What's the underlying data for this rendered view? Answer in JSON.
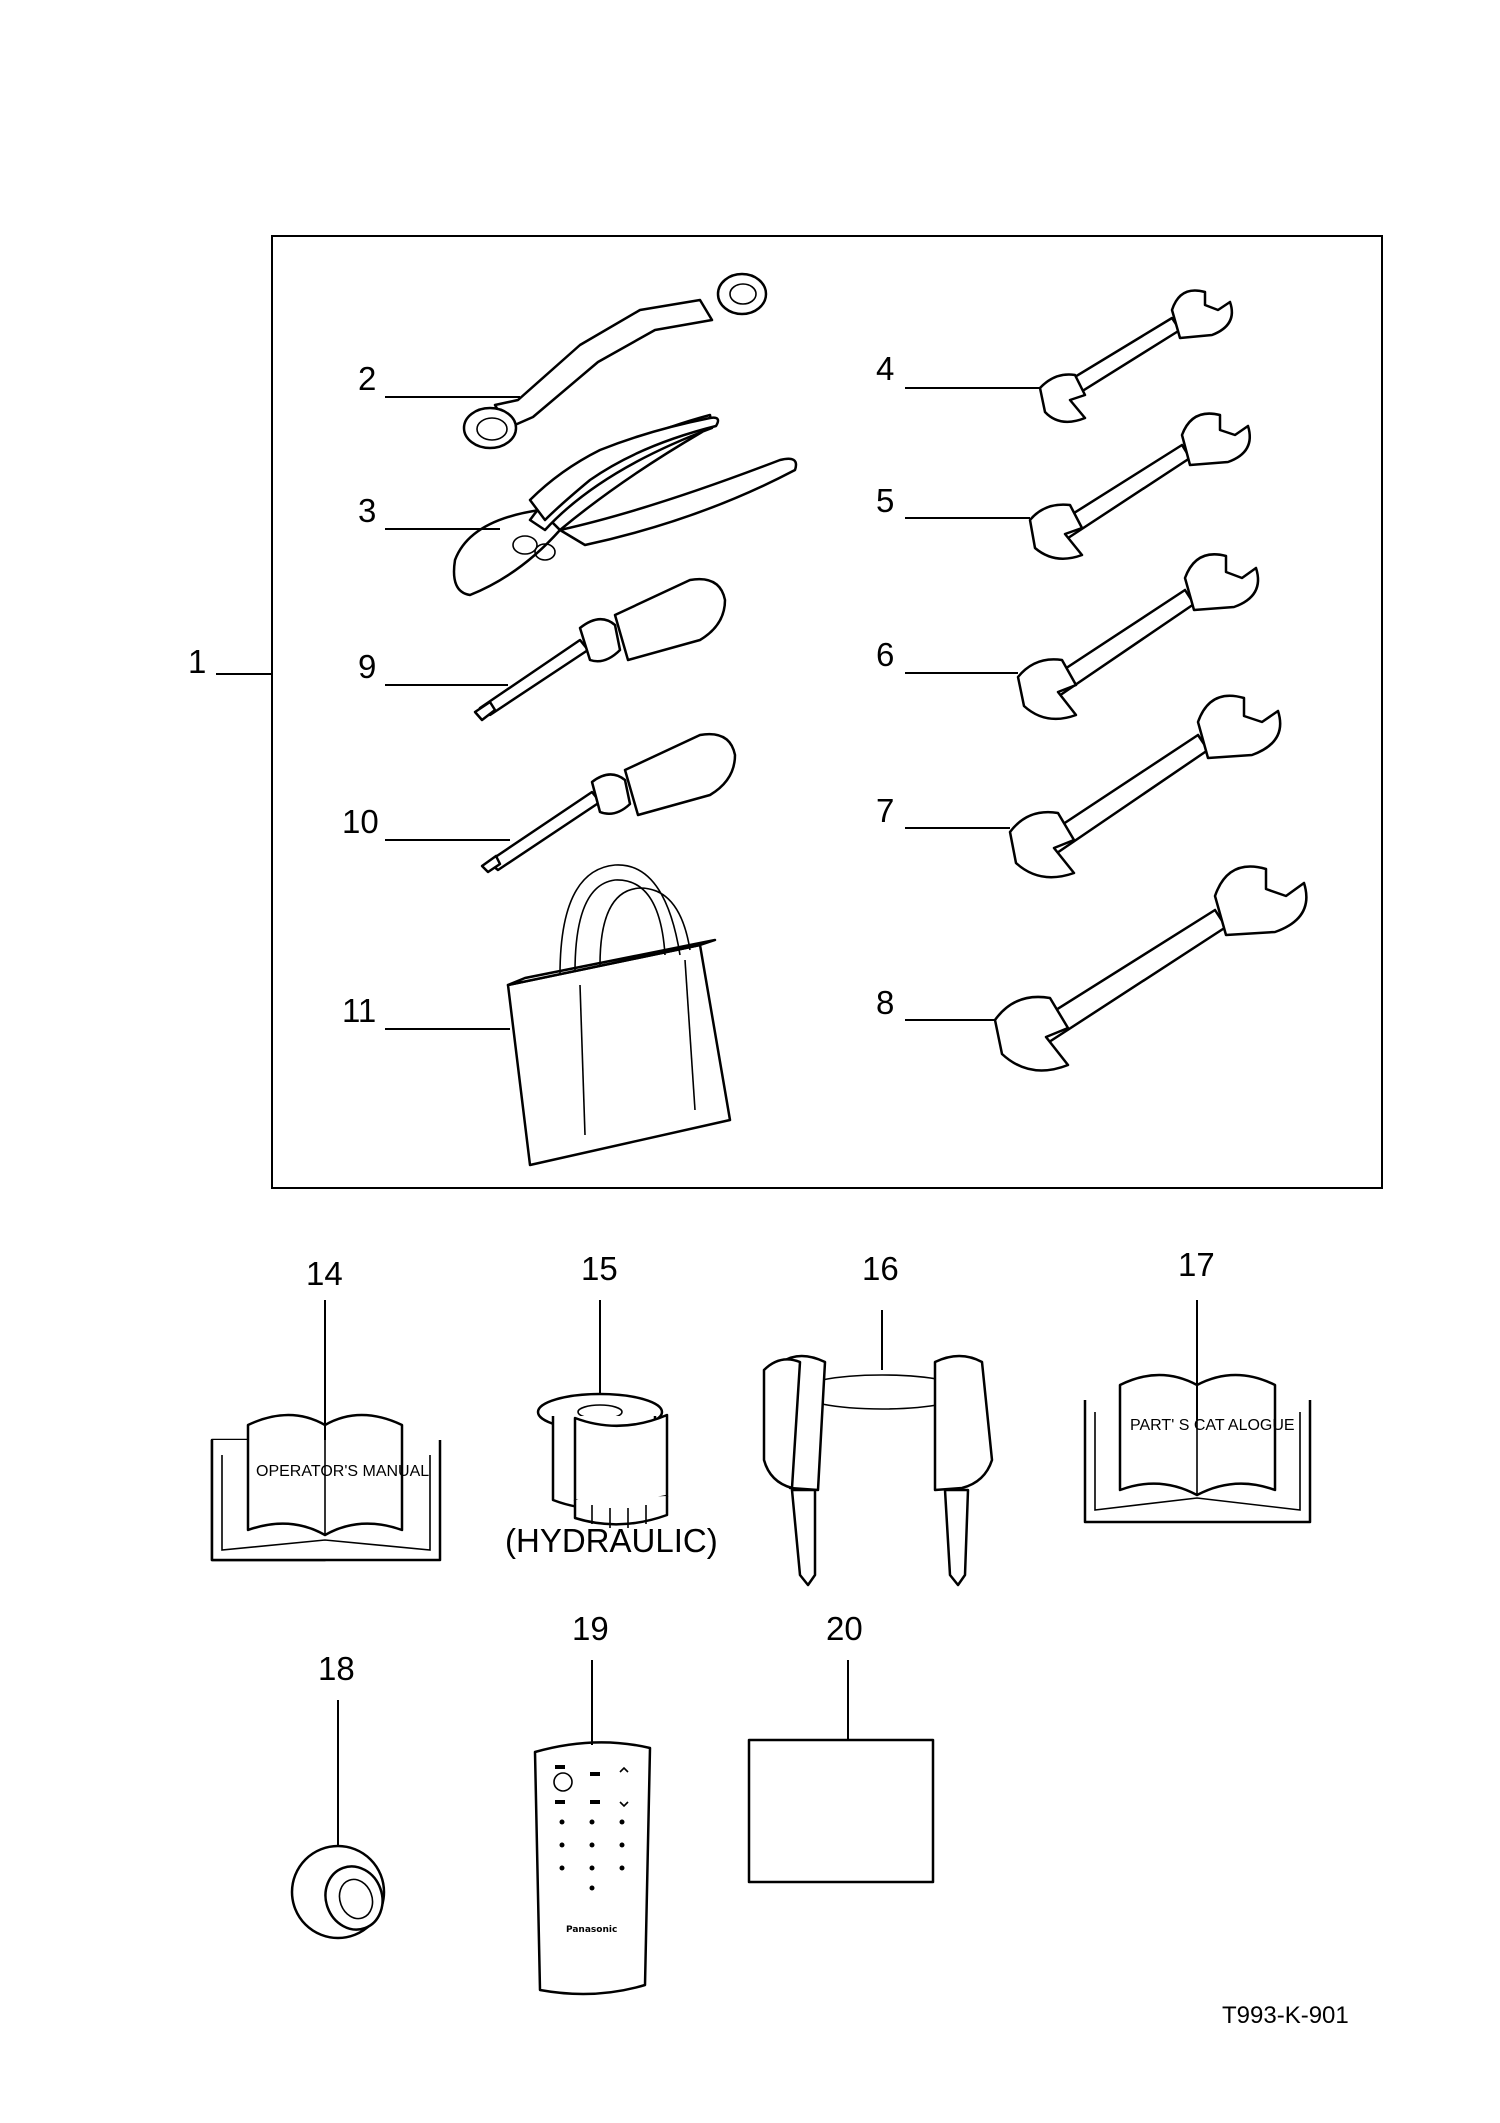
{
  "callouts": {
    "c1": "1",
    "c2": "2",
    "c3": "3",
    "c4": "4",
    "c5": "5",
    "c6": "6",
    "c7": "7",
    "c8": "8",
    "c9": "9",
    "c10": "10",
    "c11": "11",
    "c14": "14",
    "c15": "15",
    "c16": "16",
    "c17": "17",
    "c18": "18",
    "c19": "19",
    "c20": "20"
  },
  "labels": {
    "operators_manual": "OPERATOR'S MANUAL",
    "hydraulic": "(HYDRAULIC)",
    "parts_catalogue": "PART' S CAT ALOGUE",
    "remote_brand": "Panasonic"
  },
  "figure_code": "T993-K-901"
}
